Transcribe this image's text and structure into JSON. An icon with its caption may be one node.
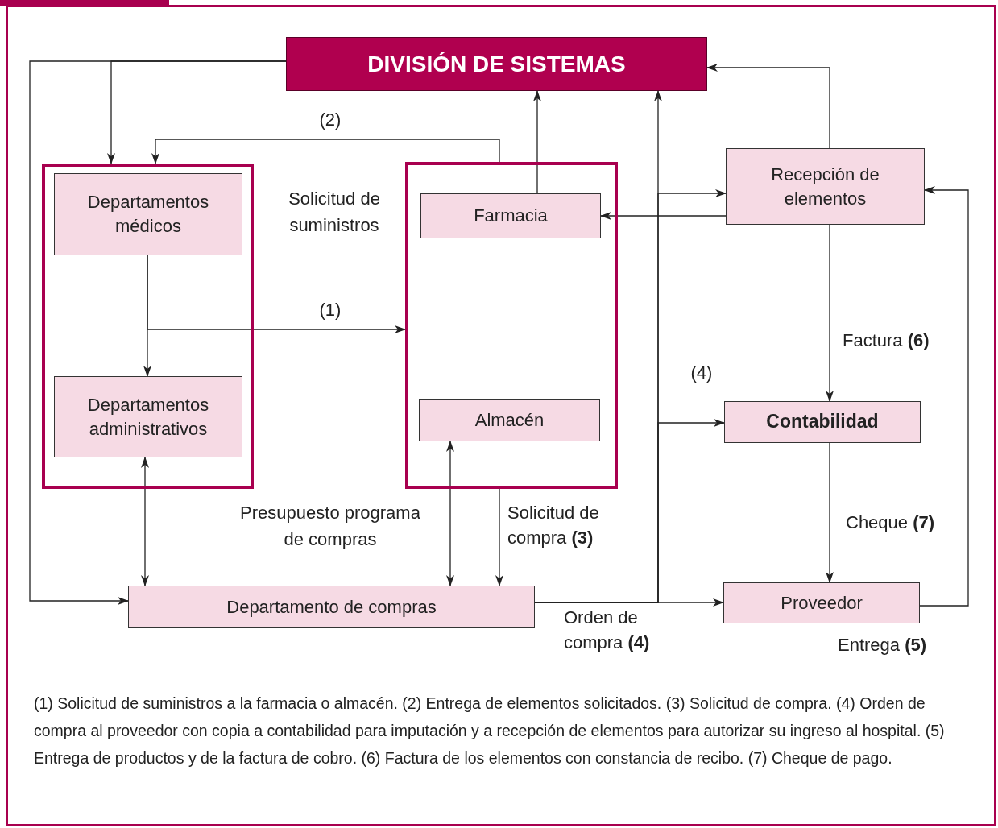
{
  "diagram": {
    "nodes": [
      {
        "text": [
          "DIVISIÓN DE SISTEMAS"
        ]
      },
      {
        "text": [],
        "shape": "box"
      },
      {
        "text": [
          "Departamentos médicos"
        ],
        "in": 1
      },
      {
        "text": [
          "Departamentos administrativos"
        ],
        "in": 1
      },
      {
        "text": [],
        "shape": "box"
      },
      {
        "text": [
          "Farmacia"
        ],
        "in": 4
      },
      {
        "text": [
          "Almacén"
        ],
        "in": 4
      },
      {
        "text": [
          "Recepción de elementos"
        ]
      },
      {
        "text": [
          "Contabilidad"
        ]
      },
      {
        "text": [
          "Departamento de compras"
        ]
      },
      {
        "text": [
          "Proveedor"
        ]
      }
    ],
    "edges": [
      {
        "from": 0,
        "to": 1,
        "arrow": "to"
      },
      {
        "from": 0,
        "to": 9,
        "arrow": "to"
      },
      {
        "from": 2,
        "to": 3,
        "arrow": "to"
      },
      {
        "from": 2,
        "to": 4,
        "arrow": "to",
        "label": "(1)"
      },
      {
        "from": 4,
        "to": 1,
        "arrow": "to",
        "label": "(2)"
      },
      {
        "from": 4,
        "to": 9,
        "arrow": "to",
        "label": "Solicitud de compra **(3)**"
      },
      {
        "from": 5,
        "to": 0,
        "arrow": "to"
      },
      {
        "from": 7,
        "to": 5,
        "arrow": "to"
      },
      {
        "from": 9,
        "to": 10,
        "arrow": "to",
        "label": "Orden de compra **(4)**"
      },
      {
        "from": 9,
        "to": 0,
        "arrow": "to"
      },
      {
        "from": 9,
        "to": 7,
        "arrow": "to"
      },
      {
        "from": 9,
        "to": 8,
        "arrow": "to",
        "label": "(4)"
      },
      {
        "from": 7,
        "to": 0,
        "arrow": "to"
      },
      {
        "from": 7,
        "to": 8,
        "arrow": "to",
        "label": "Factura **(6)**"
      },
      {
        "from": 8,
        "to": 10,
        "arrow": "to",
        "label": "Cheque **(7)**"
      },
      {
        "from": 10,
        "to": 7,
        "arrow": "to",
        "label": "Entrega **(5)**"
      },
      {
        "from": 3,
        "to": 9,
        "arrow": "both"
      },
      {
        "from": 6,
        "to": 9,
        "arrow": "both"
      }
    ],
    "labels": [
      "Solicitud de suministros",
      "Presupuesto programa de compras"
    ],
    "caption": "(1) Solicitud de suministros a la farmacia o almacén. (2) Entrega de elementos solicitados. (3) Solicitud de compra. (4) Orden de compra al proveedor con copia a contabilidad para imputación y a recepción de elementos para autorizar su ingreso al hospital. (5) Entrega de productos y de la factura de cobro. (6) Factura de los elementos con constancia de recibo. (7) Cheque de pago."
  }
}
